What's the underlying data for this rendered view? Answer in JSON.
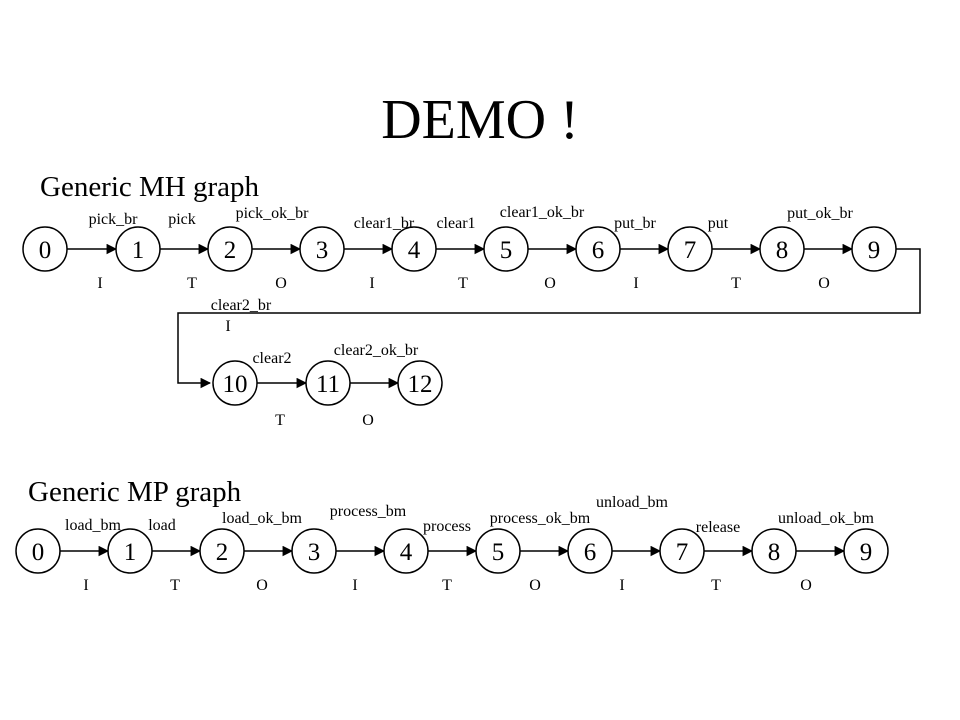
{
  "slide": {
    "title": "DEMO !"
  },
  "mh": {
    "heading": "Generic MH graph",
    "nodes": [
      "0",
      "1",
      "2",
      "3",
      "4",
      "5",
      "6",
      "7",
      "8",
      "9"
    ],
    "wrap_nodes": [
      "10",
      "11",
      "12"
    ],
    "edge_labels": [
      "pick_br",
      "pick",
      "pick_ok_br",
      "clear1_br",
      "clear1",
      "clear1_ok_br",
      "put_br",
      "put",
      "put_ok_br"
    ],
    "phases": [
      "I",
      "T",
      "O",
      "I",
      "T",
      "O",
      "I",
      "T",
      "O"
    ],
    "wrap_edge_labels": [
      "clear2_br",
      "clear2",
      "clear2_ok_br"
    ],
    "wrap_phases": [
      "I",
      "T",
      "O"
    ]
  },
  "mp": {
    "heading": "Generic MP graph",
    "nodes": [
      "0",
      "1",
      "2",
      "3",
      "4",
      "5",
      "6",
      "7",
      "8",
      "9"
    ],
    "edge_labels": [
      "load_bm",
      "load",
      "load_ok_bm",
      "process_bm",
      "process",
      "process_ok_bm",
      "unload_bm",
      "release",
      "unload_ok_bm"
    ],
    "phases": [
      "I",
      "T",
      "O",
      "I",
      "T",
      "O",
      "I",
      "T",
      "O"
    ]
  }
}
